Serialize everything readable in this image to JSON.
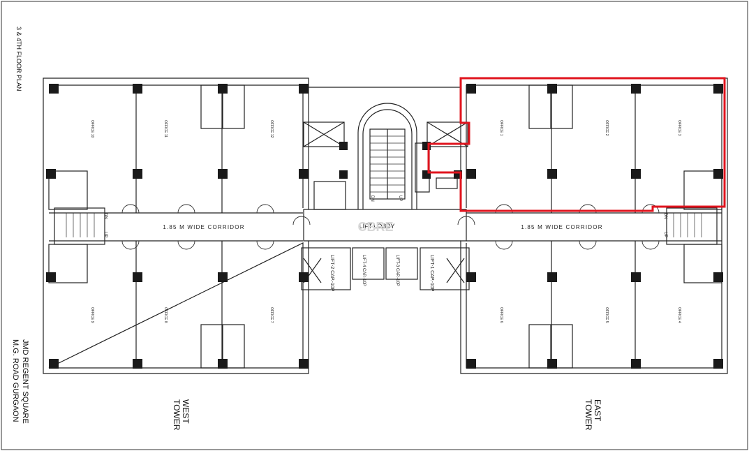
{
  "drawing": {
    "title": "3 & 4TH FLOOR PLAN",
    "address_line1": "JMD REGENT SQUARE",
    "address_line2": "M.G. ROAD GURGAON",
    "watermark": "CBRE",
    "highlight_color": "#e0141e"
  },
  "towers": {
    "west": "WEST\nTOWER",
    "east": "EAST\nTOWER"
  },
  "corridors": {
    "west": "1.85 M WIDE CORRIDOR",
    "east": "1.85 M WIDE CORRIDOR",
    "lift_lobby": "LIFT LOBBY"
  },
  "offices": {
    "o1": "OFFICE 1",
    "o2": "OFFICE 2",
    "o3": "OFFICE 3",
    "o4": "OFFICE 4",
    "o5": "OFFICE 5",
    "o6": "OFFICE 6",
    "o7": "OFFICE 7",
    "o8": "OFFICE 8",
    "o9": "OFFICE 9",
    "o10": "OFFICE 10",
    "o11": "OFFICE 11",
    "o12": "OFFICE 12"
  },
  "lifts": {
    "l1": "LIFT-1 CAP.-10P",
    "l2": "LIFT-2 CAP.-10P",
    "l3": "LIFT-3 CAP.-10P",
    "l4": "LIFT-4 CAP.-10P"
  },
  "stairs": {
    "up": "UP",
    "dn": "DN"
  }
}
